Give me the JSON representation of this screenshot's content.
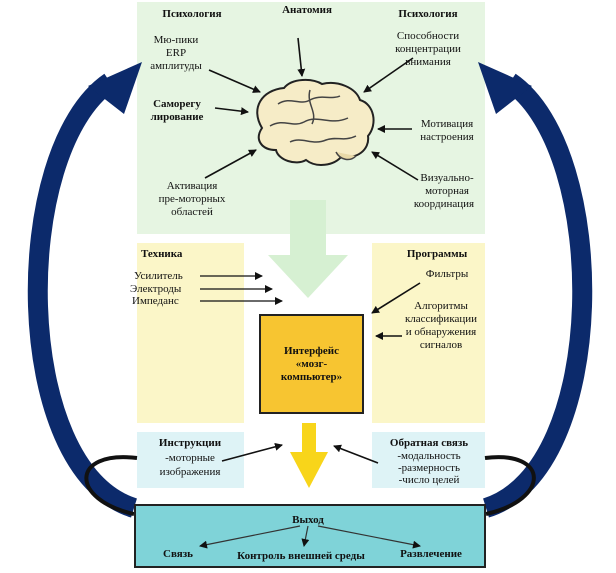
{
  "top": {
    "psych_left": {
      "title": "Психология",
      "item1_line1": "Мю-пики",
      "item1_line2": "ERP",
      "item1_line3": "амплитуды",
      "item2_line1": "Саморегу",
      "item2_line2": "лирование",
      "item3_line1": "Активация",
      "item3_line2": "пре-моторных",
      "item3_line3": "областей"
    },
    "anatomy": {
      "title": "Анатомия"
    },
    "psych_right": {
      "title": "Психология",
      "item1_line1": "Способности",
      "item1_line2": "концентрации",
      "item1_line3": "внимания",
      "item2_line1": "Мотивация",
      "item2_line2": "настроения",
      "item3_line1": "Визуально-",
      "item3_line2": "моторная",
      "item3_line3": "координация"
    }
  },
  "middle": {
    "technique": {
      "title": "Техника",
      "item1": "Усилитель",
      "item2": "Электроды",
      "item3": "Импеданс"
    },
    "programs": {
      "title": "Программы",
      "item1": "Фильтры",
      "item2_line1": "Алгоритмы",
      "item2_line2": "классификации",
      "item2_line3": "и обнаружения",
      "item2_line4": "сигналов"
    },
    "bci": {
      "line1": "Интерфейс",
      "line2": "«мозг-",
      "line3": "компьютер»"
    }
  },
  "bottom": {
    "instructions": {
      "title": "Инструкции",
      "line1": "-моторные",
      "line2": "изображения"
    },
    "feedback": {
      "title": "Обратная связь",
      "line1": "-модальность",
      "line2": "-размерность",
      "line3": "-число целей"
    },
    "output": {
      "title": "Выход",
      "item1": "Связь",
      "item2": "Контроль внешней среды",
      "item3": "Развлечение"
    }
  },
  "colors": {
    "green_panel": "#e6f5e2",
    "yellow_panel": "#fbf6c8",
    "cyan_panel": "#def3f6",
    "bci_box": "#f7c531",
    "output_box": "#7fd3d8",
    "big_arrows": "#0c2a6b",
    "flow_arrow_green": "#d6f0d2",
    "flow_arrow_yellow": "#f8d51a"
  },
  "icons": [
    "brain-icon",
    "curved-arrow-left",
    "curved-arrow-right",
    "down-arrow"
  ]
}
